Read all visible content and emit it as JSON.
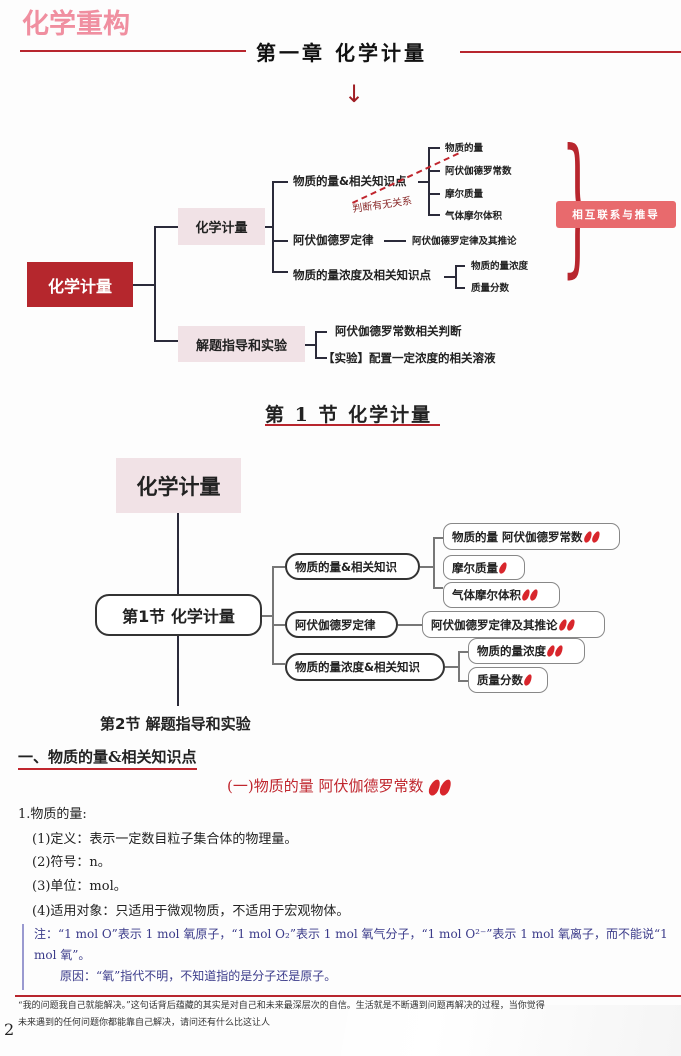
{
  "header": {
    "brand": "化学重构",
    "chapter": "第一章  化学计量"
  },
  "map1": {
    "root": "化学计量",
    "node_a": "化学计量",
    "node_b": "解题指导和实验",
    "a_children": [
      "物质的量&相关知识点",
      "阿伏伽德罗定律",
      "物质的量浓度及相关知识点"
    ],
    "a1_children": [
      "物质的量",
      "阿伏伽德罗常数",
      "摩尔质量",
      "气体摩尔体积"
    ],
    "a2_child": "阿伏伽德罗定律及其推论",
    "a3_children": [
      "物质的量浓度",
      "质量分数"
    ],
    "relation_label": "相互联系与推导",
    "dashed_label": "判断有无关系",
    "b_children": [
      "阿伏伽德罗常数相关判断",
      "【实验】配置一定浓度的相关溶液"
    ]
  },
  "section_title": "第 1 节  化学计量",
  "map2": {
    "top": "化学计量",
    "center": "第1节 化学计量",
    "branches": [
      {
        "label": "物质的量&相关知识",
        "children": [
          {
            "label": "物质的量 阿伏伽德罗常数",
            "stars": 2
          },
          {
            "label": "摩尔质量",
            "stars": 1
          },
          {
            "label": "气体摩尔体积",
            "stars": 2
          }
        ]
      },
      {
        "label": "阿伏伽德罗定律",
        "children": [
          {
            "label": "阿伏伽德罗定律及其推论",
            "stars": 2
          }
        ]
      },
      {
        "label": "物质的量浓度&相关知识",
        "children": [
          {
            "label": "物质的量浓度",
            "stars": 2
          },
          {
            "label": "质量分数",
            "stars": 1
          }
        ]
      }
    ],
    "bottom": "第2节 解题指导和实验"
  },
  "content": {
    "heading1": "一、物质的量&相关知识点",
    "heading2": "(一)物质的量  阿伏伽德罗常数",
    "heading2_stars": 2,
    "item_title": "1.物质的量:",
    "items": [
      "(1)定义：表示一定数目粒子集合体的物理量。",
      "(2)符号：n。",
      "(3)单位：mol。",
      "(4)适用对象：只适用于微观物质，不适用于宏观物体。"
    ],
    "note_line1": "注：“1 mol O”表示 1 mol 氧原子，“1 mol O₂”表示 1 mol 氧气分子，“1 mol O²⁻”表示 1 mol 氧离子，而不能说“1 mol 氧”。",
    "note_line2": "原因：“氧”指代不明，不知道指的是分子还是原子。"
  },
  "footer": {
    "line1": "“我的问题我自己就能解决。”这句话背后蕴藏的其实是对自己和未来最深层次的自信。生活就是不断遇到问题再解决的过程，当你觉得",
    "line2": "未来遇到的任何问题你都能靠自己解决，请问还有什么比这让人",
    "page_number": "2"
  },
  "colors": {
    "accent": "#b5272d",
    "brand": "#f08fa0",
    "note": "#3b3b8a"
  }
}
